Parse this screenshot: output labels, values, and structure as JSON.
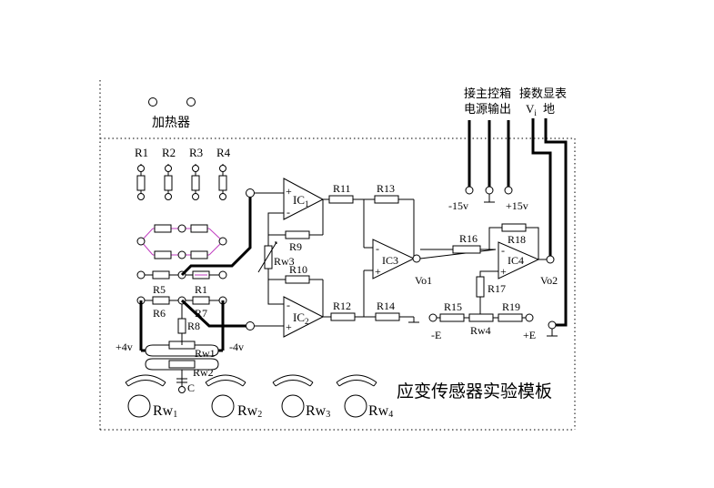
{
  "board_title": "应变传感器实验模板",
  "heater_label": "加热器",
  "power_connect": {
    "line1": "接主控箱",
    "line2": "电源输出"
  },
  "display_connect": {
    "line1": "接数显表",
    "v_label": "V",
    "v_sub": "i",
    "ground_label": "地"
  },
  "supply": {
    "minus15": "-15v",
    "plus15": "+15v",
    "plus4": "+4v",
    "minus4": "-4v",
    "minusE": "-E",
    "plusE": "+E"
  },
  "gauges": [
    "R1",
    "R2",
    "R3",
    "R4"
  ],
  "resistors": {
    "r5": "R5",
    "r6": "R6",
    "r1": "R1",
    "r7": "R7",
    "r8": "R8",
    "r9": "R9",
    "r10": "R10",
    "r11": "R11",
    "r12": "R12",
    "r13": "R13",
    "r14": "R14",
    "r15": "R15",
    "r16": "R16",
    "r17": "R17",
    "r18": "R18",
    "r19": "R19"
  },
  "pots": {
    "rw1": "Rw1",
    "rw2": "Rw2",
    "rw3": "Rw3",
    "rw4": "Rw4"
  },
  "cap": "C",
  "ics": {
    "ic1": "IC",
    "ic1_sub": "1",
    "ic2": "IC",
    "ic2_sub": "2",
    "ic3": "IC3",
    "ic4": "IC4"
  },
  "outputs": {
    "vo1": "Vo1",
    "vo2": "Vo2"
  },
  "knobs": [
    {
      "label": "Rw",
      "sub": "1"
    },
    {
      "label": "Rw",
      "sub": "2"
    },
    {
      "label": "Rw",
      "sub": "3"
    },
    {
      "label": "Rw",
      "sub": "4"
    }
  ],
  "opamp_signs": {
    "minus": "-",
    "plus": "+"
  }
}
